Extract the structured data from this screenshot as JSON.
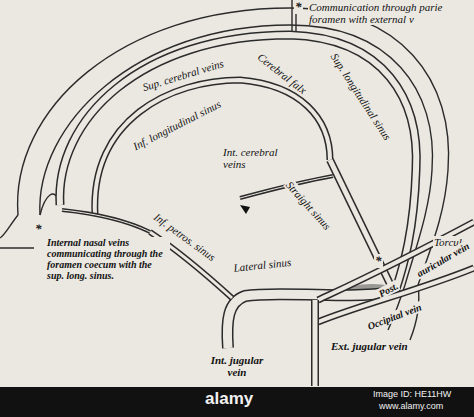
{
  "diagram": {
    "labels": [
      "*",
      "Communication through parie foramen with external v",
      "Sup. cerebral veins",
      "Cerebral falx",
      "Sup. longitudinal sinus",
      "Inf. longitudinal sinus",
      "Int. cerebral veins",
      "Straight sinus",
      "Inf. petros. sinus",
      "Lateral sinus",
      "Torcula",
      "*",
      "Internal nasal veins communicating through the foramen coecum with the sup. long. sinus.",
      "*",
      "Post.",
      "auricular vein",
      "Occipital vein",
      "Ext. jugular vein",
      "Int. jugular vein",
      "alamy",
      "Image ID: HE11HW",
      "www.alamy.com"
    ]
  }
}
